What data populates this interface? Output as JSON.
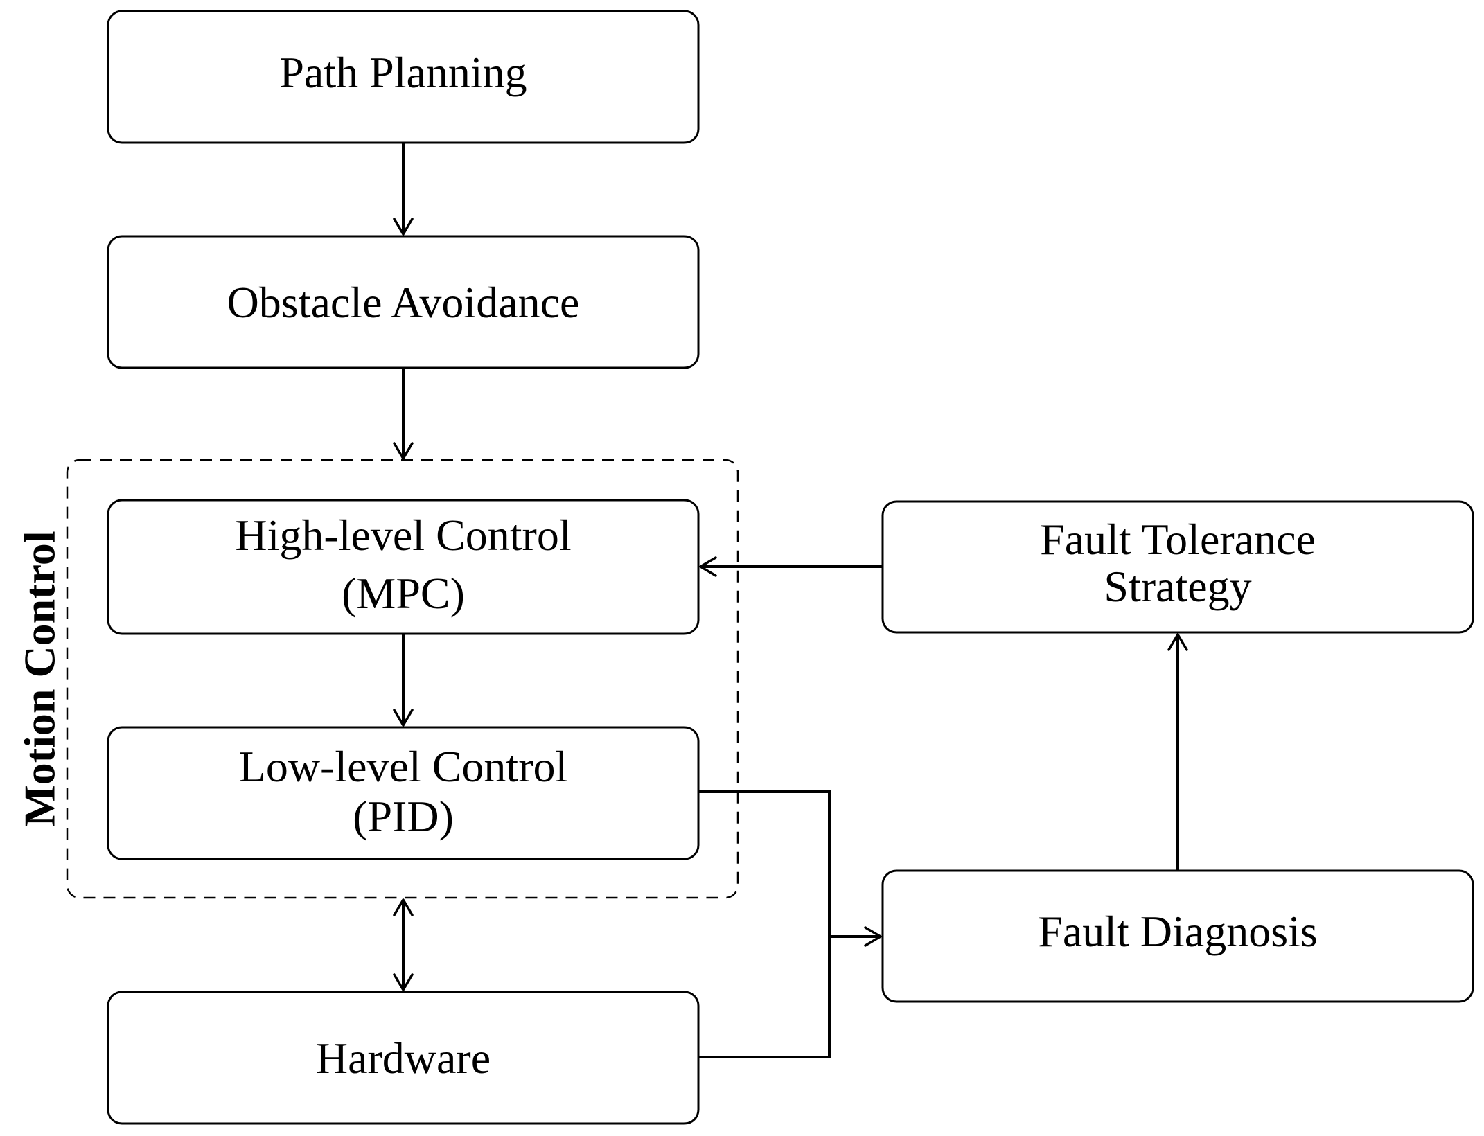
{
  "nodes": {
    "path_planning": {
      "label": "Path Planning"
    },
    "obstacle_avoidance": {
      "label": "Obstacle Avoidance"
    },
    "high_level_control": {
      "line1": "High-level Control",
      "line2": "(MPC)"
    },
    "low_level_control": {
      "line1": "Low-level Control",
      "line2": "(PID)"
    },
    "hardware": {
      "label": "Hardware"
    },
    "fault_tolerance": {
      "line1": "Fault Tolerance",
      "line2": "Strategy"
    },
    "fault_diagnosis": {
      "label": "Fault Diagnosis"
    }
  },
  "group": {
    "label": "Motion Control"
  },
  "edges": [
    {
      "from": "Path Planning",
      "to": "Obstacle Avoidance",
      "direction": "forward"
    },
    {
      "from": "Obstacle Avoidance",
      "to": "Motion Control",
      "direction": "forward"
    },
    {
      "from": "High-level Control (MPC)",
      "to": "Low-level Control (PID)",
      "direction": "forward"
    },
    {
      "from": "Motion Control",
      "to": "Hardware",
      "direction": "bidirectional"
    },
    {
      "from": "Fault Tolerance Strategy",
      "to": "High-level Control (MPC)",
      "direction": "forward"
    },
    {
      "from": "Fault Diagnosis",
      "to": "Fault Tolerance Strategy",
      "direction": "forward"
    },
    {
      "from": "Low-level Control (PID)",
      "to": "Fault Diagnosis",
      "direction": "forward"
    },
    {
      "from": "Hardware",
      "to": "Fault Diagnosis",
      "direction": "forward"
    }
  ]
}
